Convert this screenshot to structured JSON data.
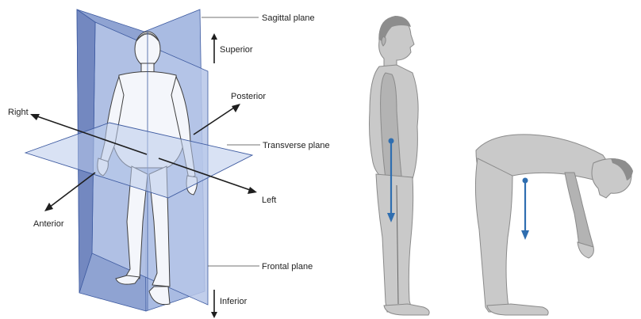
{
  "labels": {
    "sagittal_plane": "Sagittal plane",
    "superior": "Superior",
    "posterior": "Posterior",
    "right": "Right",
    "transverse_plane": "Transverse plane",
    "left": "Left",
    "anterior": "Anterior",
    "frontal_plane": "Frontal plane",
    "inferior": "Inferior"
  },
  "colors": {
    "plane_dark": "#7f94c8",
    "plane_light": "#a9bbe2",
    "plane_pale": "#c9d6ef",
    "transverse": "#b9cbeb",
    "edge": "#3d5aa0",
    "arrow_blue": "#2f6eb0",
    "skin": "#c9c9c9"
  },
  "icons": {
    "standing-figure": "human-standing-side-view",
    "bending-figure": "human-forward-bend-side-view",
    "center-of-gravity-arrow": "blue-downward-arrow"
  }
}
